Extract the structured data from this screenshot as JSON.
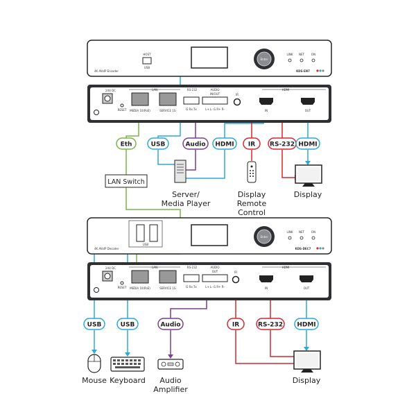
{
  "encoder": {
    "front": {
      "usb_host_top": "HOST",
      "usb_host_bottom": "USB",
      "name": "4K AVoIP Encoder",
      "enter": "Enter",
      "led_link": "LINK",
      "led_net": "NET",
      "led_on": "ON",
      "model": "KDS-EN7"
    },
    "rear": {
      "power": "24V DC",
      "reset": "RESET",
      "lan_header": "LAN",
      "lan_media": "MEDIA 10(PoE)",
      "lan_service": "SERVICE 1G",
      "rs232_header": "RS-232",
      "rs232_pins": "G Rx Tx",
      "audio_header": "AUDIO",
      "audio_sub": "IN/OUT",
      "audio_pins": "L+ L- G R+ R-",
      "ir": "IR",
      "hdmi_header": "HDMI",
      "hdmi_in": "IN",
      "hdmi_out": "OUT"
    }
  },
  "decoder": {
    "front": {
      "usb_label": "USB",
      "name": "4K AVoIP Decoder",
      "enter": "Enter",
      "led_link": "LINK",
      "led_net": "NET",
      "led_on": "ON",
      "model": "KDS-DEC7"
    },
    "rear": {
      "power": "24V DC",
      "reset": "RESET",
      "lan_header": "LAN",
      "lan_media": "MEDIA 10(PoE)",
      "lan_service": "SERVICE 1G",
      "rs232_header": "RS-232",
      "rs232_pins": "G Rx Tx",
      "audio_header": "AUDIO",
      "audio_sub": "OUT",
      "audio_pins": "L+ L- G R+ R-",
      "ir": "IR",
      "hdmi_header": "HDMI",
      "hdmi_in": "IN",
      "hdmi_out": "OUT"
    }
  },
  "cable_labels": {
    "enc_eth": "Eth",
    "enc_usb": "USB",
    "enc_audio": "Audio",
    "enc_hdmi": "HDMI",
    "enc_ir": "IR",
    "enc_rs232": "RS-232",
    "enc_hdmi_out": "HDMI",
    "dec_usb1": "USB",
    "dec_usb2": "USB",
    "dec_audio": "Audio",
    "dec_ir": "IR",
    "dec_rs232": "RS-232",
    "dec_hdmi": "HDMI"
  },
  "lan_switch": "LAN Switch",
  "devices": {
    "server_line1": "Server/",
    "server_line2": "Media Player",
    "remote_line1": "Display",
    "remote_line2": "Remote",
    "remote_line3": "Control",
    "display_top": "Display",
    "mouse": "Mouse",
    "keyboard": "Keyboard",
    "amp_line1": "Audio",
    "amp_line2": "Amplifier",
    "display_bottom": "Display"
  },
  "colors": {
    "usb": "#2aa8d8",
    "eth": "#7ab547",
    "audio": "#7b3f8c",
    "hdmi": "#2aa8d8",
    "ir": "#d7262f",
    "rs232": "#d7262f",
    "panel": "#2f3033"
  }
}
